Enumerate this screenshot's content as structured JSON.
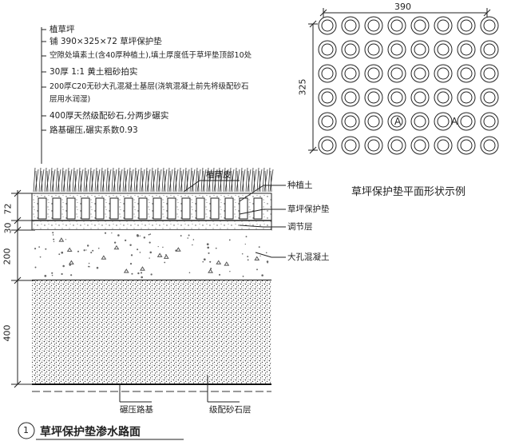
{
  "notes": {
    "n1": "植草坪",
    "n2": "铺 390×325×72 草坪保护垫",
    "n3": "空隙处填素土(含40厚种植土),填土厚度低于草坪垫顶部10处",
    "n4": "30厚 1:1 黄土粗砂拍实",
    "n5": "200厚C20无砂大孔混凝土基层(浇筑混凝土前先将级配砂石",
    "n5b": "层用水润湿)",
    "n6": "400厚天然级配砂石,分两步碾实",
    "n7": "路基碾压,碾实系数0.93"
  },
  "callouts": {
    "turf": "植草皮",
    "soil": "种植土",
    "pad": "草坪保护垫",
    "adjust": "调节层",
    "concrete": "大孔混凝土",
    "subgrade": "碾压路基",
    "gravel": "级配砂石层"
  },
  "dims": {
    "d72": "72",
    "d30": "30",
    "d200": "200",
    "d400": "400",
    "w390": "390",
    "h325": "325"
  },
  "plan": {
    "caption": "草坪保护垫平面形状示例",
    "markA": "A"
  },
  "footer": {
    "number": "1",
    "title": "草坪保护垫渗水路面"
  }
}
